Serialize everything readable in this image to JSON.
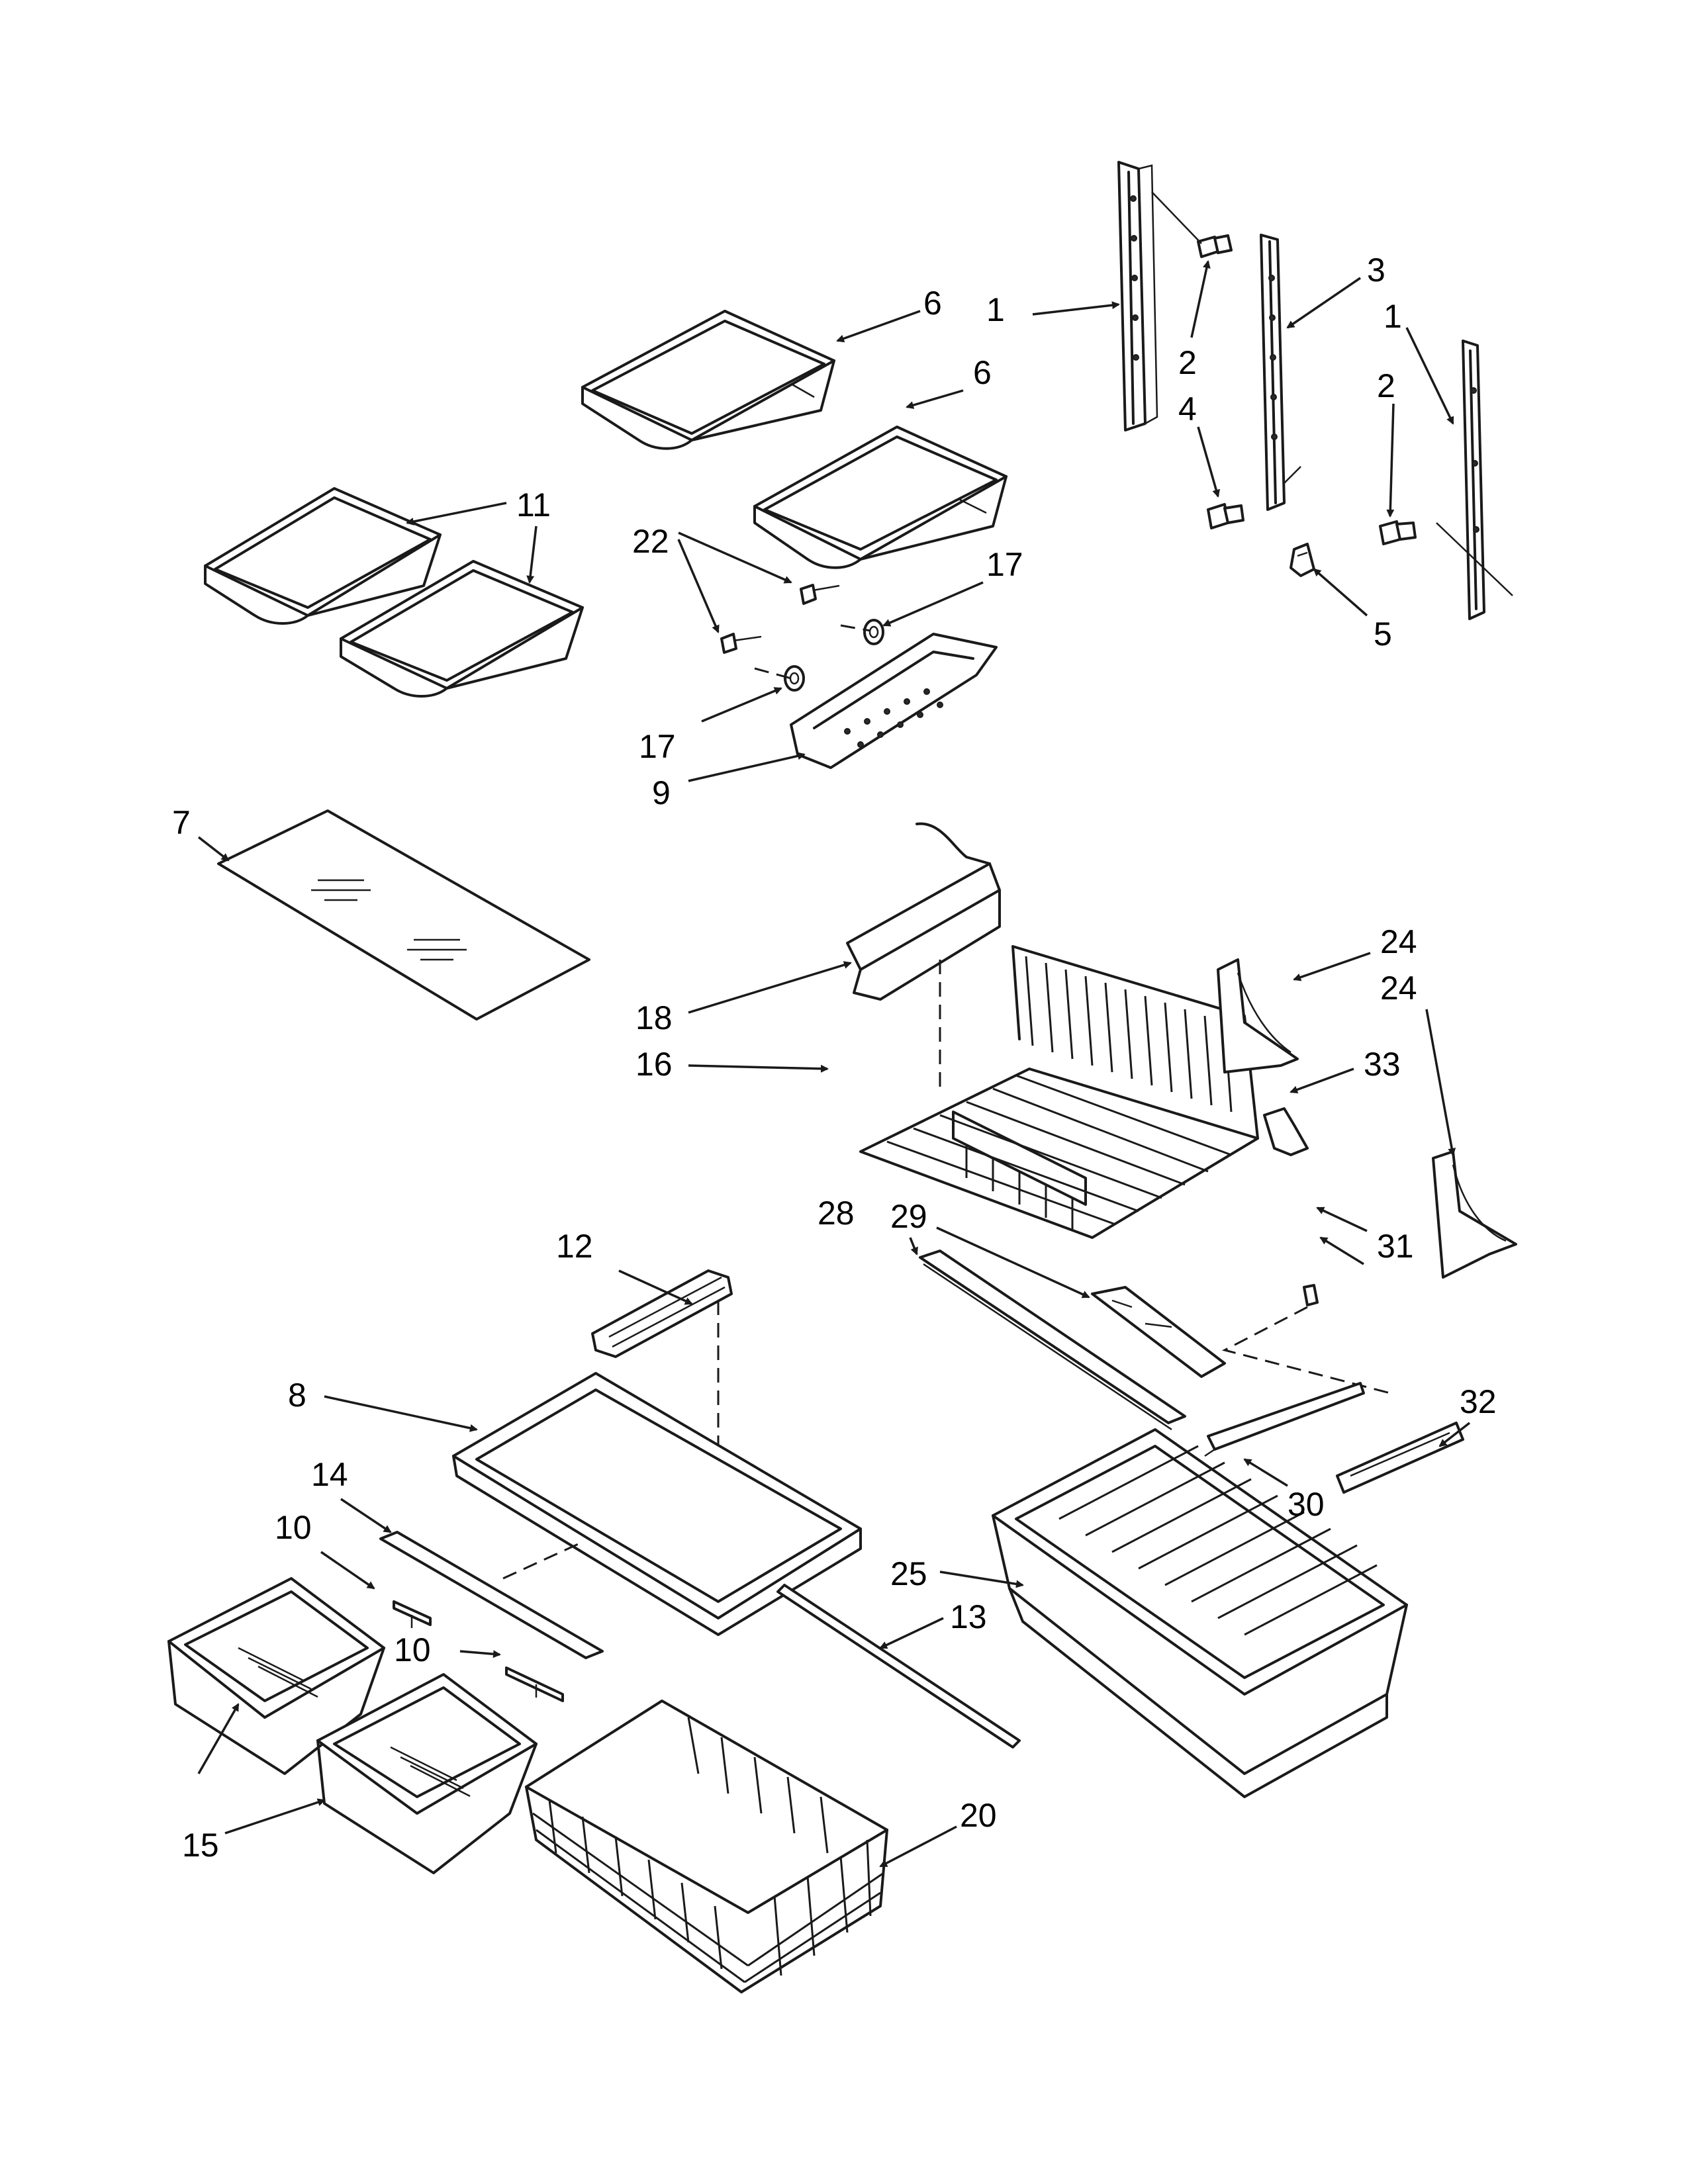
{
  "callouts": {
    "c1a": "1",
    "c1b": "1",
    "c2a": "2",
    "c2b": "2",
    "c3": "3",
    "c4": "4",
    "c5": "5",
    "c6a": "6",
    "c6b": "6",
    "c7": "7",
    "c8": "8",
    "c9": "9",
    "c10a": "10",
    "c10b": "10",
    "c11": "11",
    "c12": "12",
    "c13": "13",
    "c14": "14",
    "c15": "15",
    "c16": "16",
    "c17a": "17",
    "c17b": "17",
    "c18": "18",
    "c20": "20",
    "c22": "22",
    "c24a": "24",
    "c24b": "24",
    "c25": "25",
    "c28": "28",
    "c29": "29",
    "c30": "30",
    "c31": "31",
    "c32": "32",
    "c33": "33"
  },
  "colors": {
    "line": "#1a1a1a",
    "background": "#ffffff",
    "text": "#000000"
  }
}
